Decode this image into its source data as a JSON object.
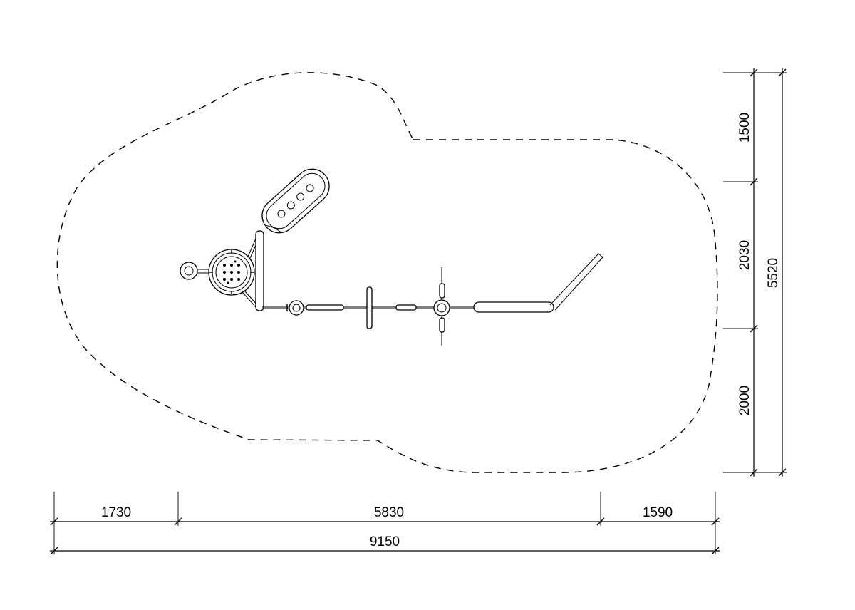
{
  "dimensions": {
    "horizontal": {
      "left": "1730",
      "middle": "5830",
      "right": "1590",
      "total": "9150"
    },
    "vertical": {
      "top": "1500",
      "middle": "2030",
      "bottom": "2000",
      "total": "5520"
    }
  }
}
